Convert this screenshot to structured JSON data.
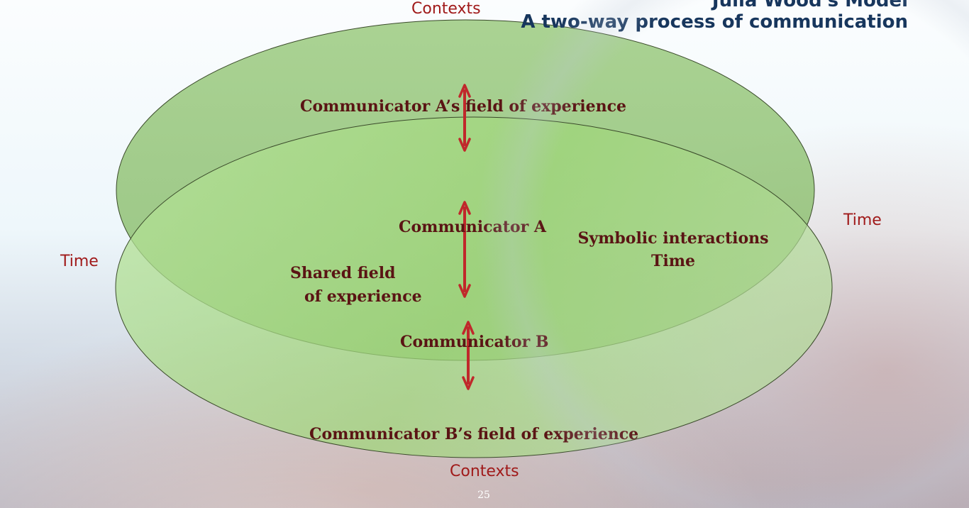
{
  "slide": {
    "title_top": "Julia Wood's Model",
    "title": "A two-way process of communication",
    "page_number": "25"
  },
  "diagram": {
    "contexts_top": "Contexts",
    "contexts_bottom": "Contexts",
    "time_left": "Time",
    "time_right": "Time",
    "field_a": "Communicator A’s field of experience",
    "field_b": "Communicator B’s field of experience",
    "communicator_a": "Communicator A",
    "communicator_b": "Communicator B",
    "shared_field_line1": "Shared field",
    "shared_field_line2": "of experience",
    "symbolic_line1": "Symbolic interactions",
    "symbolic_line2": "Time",
    "colors": {
      "field_a_fill": "#8fc16f",
      "field_b_fill": "#9ed37a",
      "arrow": "#c0282b",
      "label_text": "#5a1414",
      "side_label_text": "#a01a1a",
      "title_text": "#17365d"
    }
  }
}
